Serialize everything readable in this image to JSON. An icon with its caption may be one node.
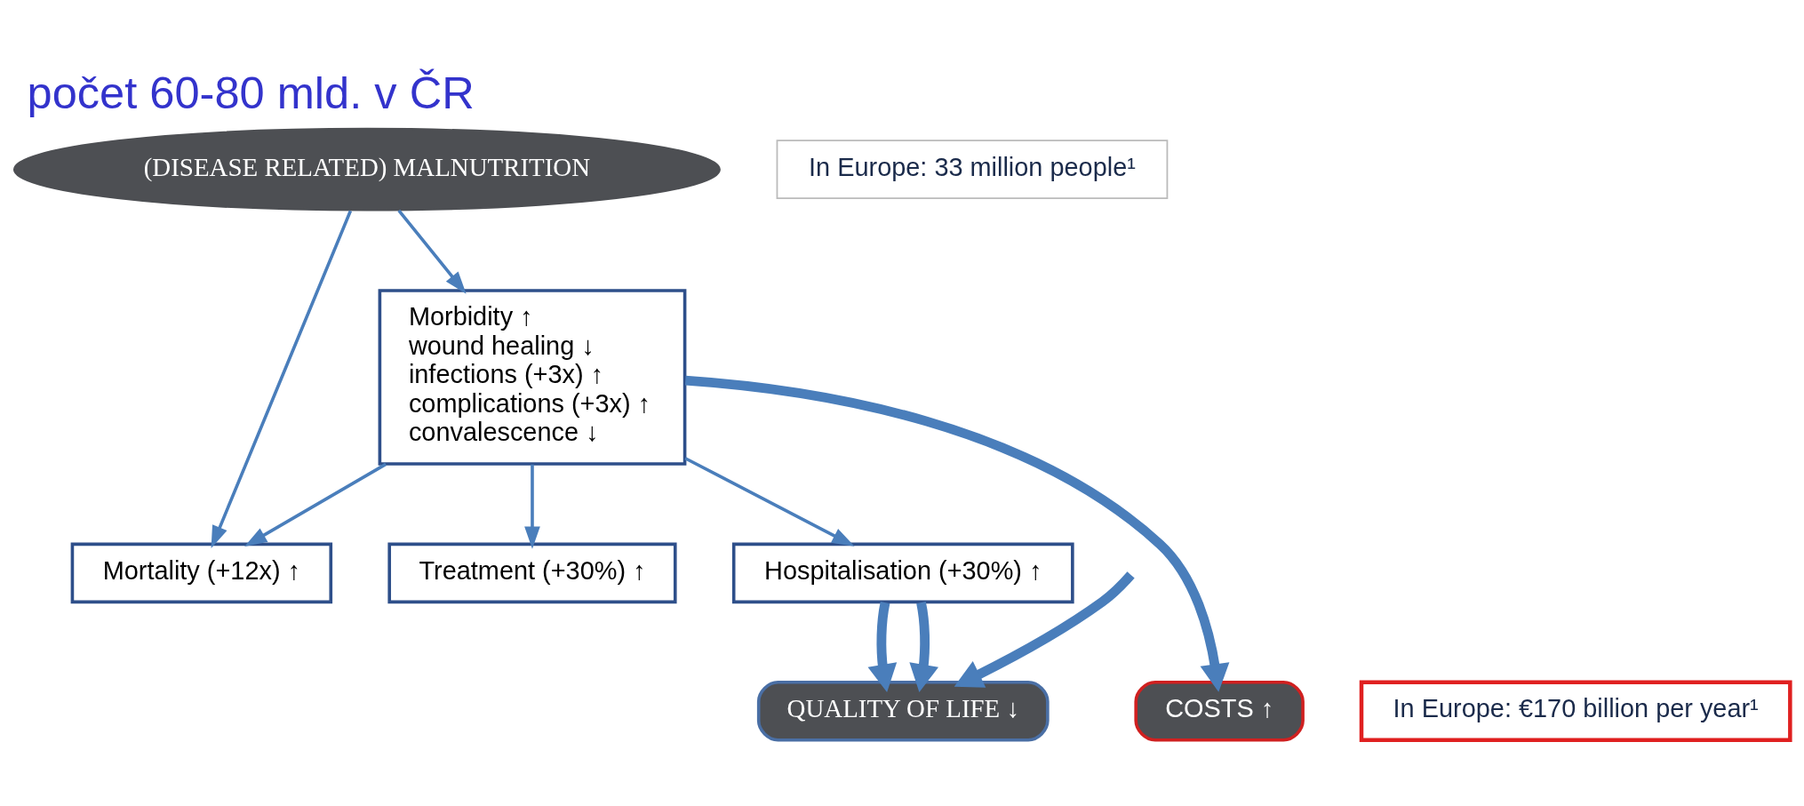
{
  "diagram": {
    "title": "počet 60-80 mld. v ČR",
    "nodes": [
      {
        "text": [
          "(DISEASE RELATED) MALNUTRITION"
        ]
      },
      {
        "text": [
          "In Europe: 33 million people¹"
        ]
      },
      {
        "text": [
          "Morbidity ↑",
          "wound healing ↓",
          "infections (+3x) ↑",
          "complications (+3x) ↑",
          "convalescence ↓"
        ]
      },
      {
        "text": [
          "Mortality (+12x) ↑"
        ]
      },
      {
        "text": [
          "Treatment (+30%) ↑"
        ]
      },
      {
        "text": [
          "Hospitalisation (+30%) ↑"
        ]
      },
      {
        "text": [
          "In Europe: €170 billion per year¹"
        ]
      },
      {
        "text": [
          "COSTS ↑"
        ]
      },
      {
        "text": [
          "QUALITY OF LIFE ↓"
        ]
      }
    ],
    "edges": [
      {
        "from": 0,
        "to": 2,
        "arrow": "to"
      },
      {
        "from": 0,
        "to": 3,
        "arrow": "to"
      },
      {
        "from": 2,
        "to": 3,
        "arrow": "to"
      },
      {
        "from": 2,
        "to": 4,
        "arrow": "to"
      },
      {
        "from": 2,
        "to": 5,
        "arrow": "to"
      },
      {
        "from": 2,
        "to": 7,
        "arrow": "to",
        "style": "thick"
      },
      {
        "from": null,
        "to": 8,
        "arrow": "to",
        "style": "thick"
      },
      {
        "from": 5,
        "to": 8,
        "arrow": "to",
        "style": "thick"
      },
      {
        "from": 5,
        "to": 8,
        "arrow": "to",
        "style": "thick"
      }
    ]
  }
}
